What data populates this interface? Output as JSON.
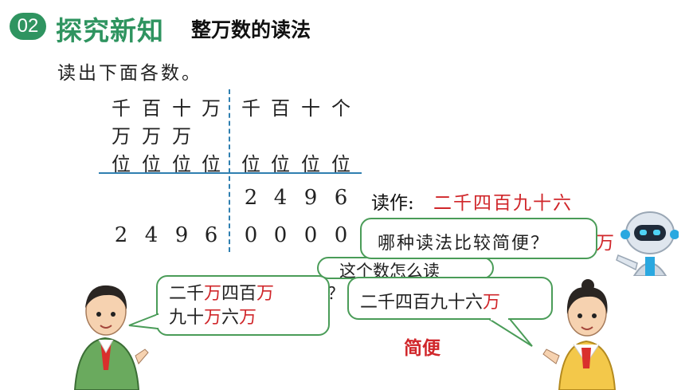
{
  "header": {
    "badge": "02",
    "section_title": "探究新知",
    "topic_title": "整万数的读法"
  },
  "instruction": "读出下面各数。",
  "place_table": {
    "wan_headers": [
      {
        "top": "千",
        "middle": "万",
        "bottom": "位"
      },
      {
        "top": "百",
        "middle": "万",
        "bottom": "位"
      },
      {
        "top": "十",
        "middle": "万",
        "bottom": "位"
      },
      {
        "top": "万",
        "middle": "",
        "bottom": "位"
      }
    ],
    "ge_headers": [
      {
        "top": "千",
        "bottom": "位"
      },
      {
        "top": "百",
        "bottom": "位"
      },
      {
        "top": "十",
        "bottom": "位"
      },
      {
        "top": "个",
        "bottom": "位"
      }
    ],
    "row1_digits": [
      "2",
      "4",
      "9",
      "6"
    ],
    "row2_digits": [
      "2",
      "4",
      "9",
      "6",
      "0",
      "0",
      "0",
      "0"
    ]
  },
  "reading": {
    "label": "读作:",
    "value": "二千四百九十六",
    "row2_partial": "万"
  },
  "bubbles": {
    "question": "哪种读法比较简便？",
    "hidden_question": "这个数怎么读",
    "hidden_mark": "？",
    "left_line1": [
      "二千",
      "万",
      "四百",
      "万"
    ],
    "left_line2": [
      "九十",
      "万",
      "六",
      "万"
    ],
    "right_parts": [
      "二千四百九十六",
      "万"
    ]
  },
  "simple_label": "简便",
  "colors": {
    "green": "#2f9460",
    "red": "#d0262a",
    "divider_blue": "#2f7fb0",
    "bubble_border": "#4a9c58"
  }
}
